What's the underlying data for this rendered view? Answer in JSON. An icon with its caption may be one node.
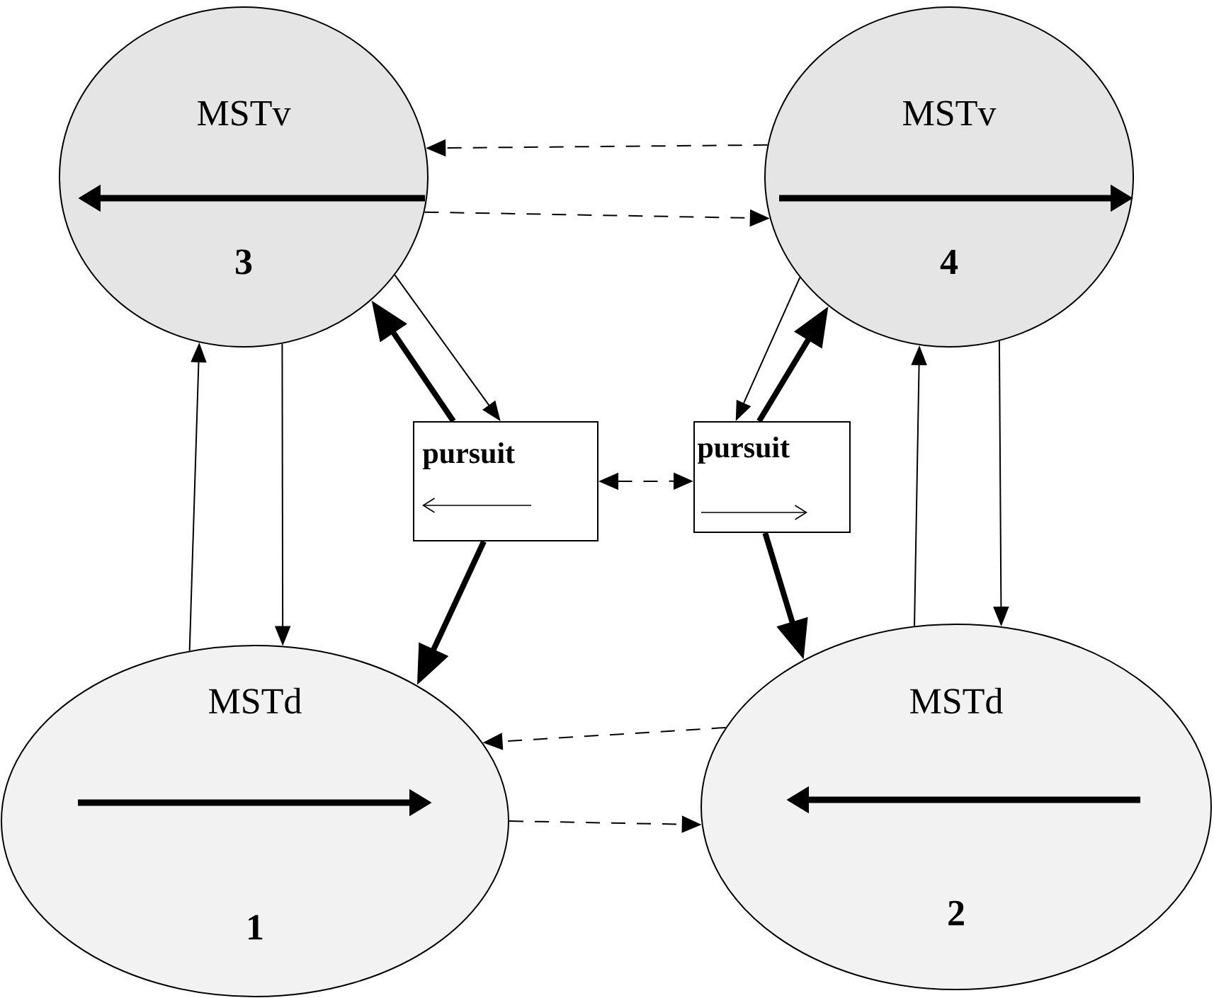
{
  "diagram": {
    "nodes": [
      {
        "text": [
          "MSTv",
          "3"
        ]
      },
      {
        "text": [
          "MSTv",
          "4"
        ]
      },
      {
        "text": [
          "pursuit"
        ]
      },
      {
        "text": [
          "pursuit"
        ]
      },
      {
        "text": [
          "MSTd",
          "1"
        ]
      },
      {
        "text": [
          "MSTd",
          "2"
        ]
      }
    ],
    "edges": [
      {
        "from": 1,
        "to": 0,
        "arrow": "to",
        "style": "dashed"
      },
      {
        "from": 0,
        "to": 1,
        "arrow": "to",
        "style": "dashed"
      },
      {
        "from": 5,
        "to": 4,
        "arrow": "to",
        "style": "dashed"
      },
      {
        "from": 4,
        "to": 5,
        "arrow": "to",
        "style": "dashed"
      },
      {
        "from": 4,
        "to": 0,
        "arrow": "to"
      },
      {
        "from": 0,
        "to": 4,
        "arrow": "to"
      },
      {
        "from": 5,
        "to": 1,
        "arrow": "to"
      },
      {
        "from": 1,
        "to": 5,
        "arrow": "to"
      },
      {
        "from": 2,
        "to": 0,
        "arrow": "to",
        "style": "thick"
      },
      {
        "from": 0,
        "to": 2,
        "arrow": "to"
      },
      {
        "from": 1,
        "to": 3,
        "arrow": "to"
      },
      {
        "from": 3,
        "to": 1,
        "arrow": "to",
        "style": "thick"
      },
      {
        "from": 2,
        "to": 4,
        "arrow": "to",
        "style": "thick"
      },
      {
        "from": 3,
        "to": 5,
        "arrow": "to",
        "style": "thick"
      },
      {
        "from": 2,
        "to": 3,
        "arrow": "both",
        "style": "dashed"
      }
    ]
  }
}
